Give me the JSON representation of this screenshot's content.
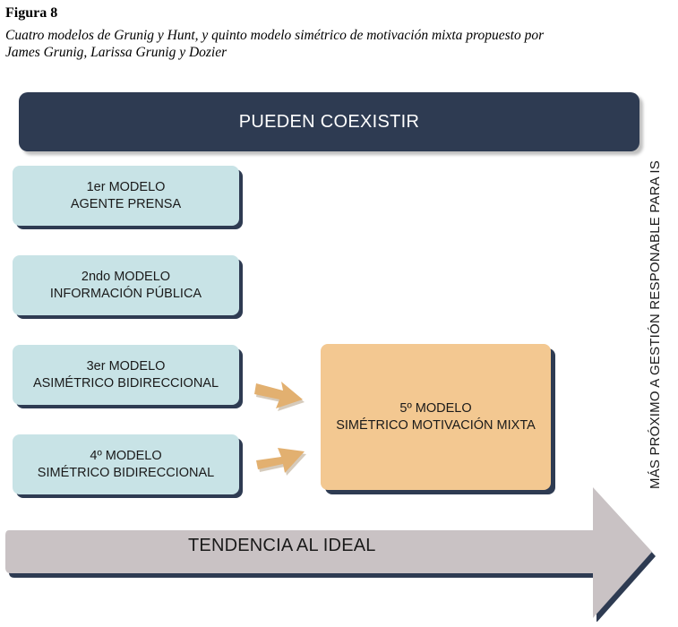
{
  "figure": {
    "label": "Figura 8",
    "caption_line1": "Cuatro modelos de Grunig y Hunt, y quinto modelo simétrico de motivación mixta propuesto por",
    "caption_line2": "James Grunig, Larissa Grunig y Dozier"
  },
  "banner": {
    "text": "PUEDEN COEXISTIR"
  },
  "models": [
    {
      "line1": "1er MODELO",
      "line2": "AGENTE PRENSA"
    },
    {
      "line1": "2ndo MODELO",
      "line2": "INFORMACIÓN PÚBLICA"
    },
    {
      "line1": "3er MODELO",
      "line2": "ASIMÉTRICO BIDIRECCIONAL"
    },
    {
      "line1": "4º MODELO",
      "line2": "SIMÉTRICO BIDIRECCIONAL"
    }
  ],
  "fifth_model": {
    "line1": "5º MODELO",
    "line2": "SIMÉTRICO MOTIVACIÓN MIXTA"
  },
  "side_label": "MÁS PRÓXIMO A GESTIÓN RESPONABLE PARA IS",
  "bottom_arrow": {
    "text": "TENDENCIA AL IDEAL"
  },
  "colors": {
    "banner": "#2e3b52",
    "model_box": "#c8e3e6",
    "fifth_box": "#f3c891",
    "small_arrow": "#e2b070",
    "big_arrow": "#c9c2c4"
  }
}
